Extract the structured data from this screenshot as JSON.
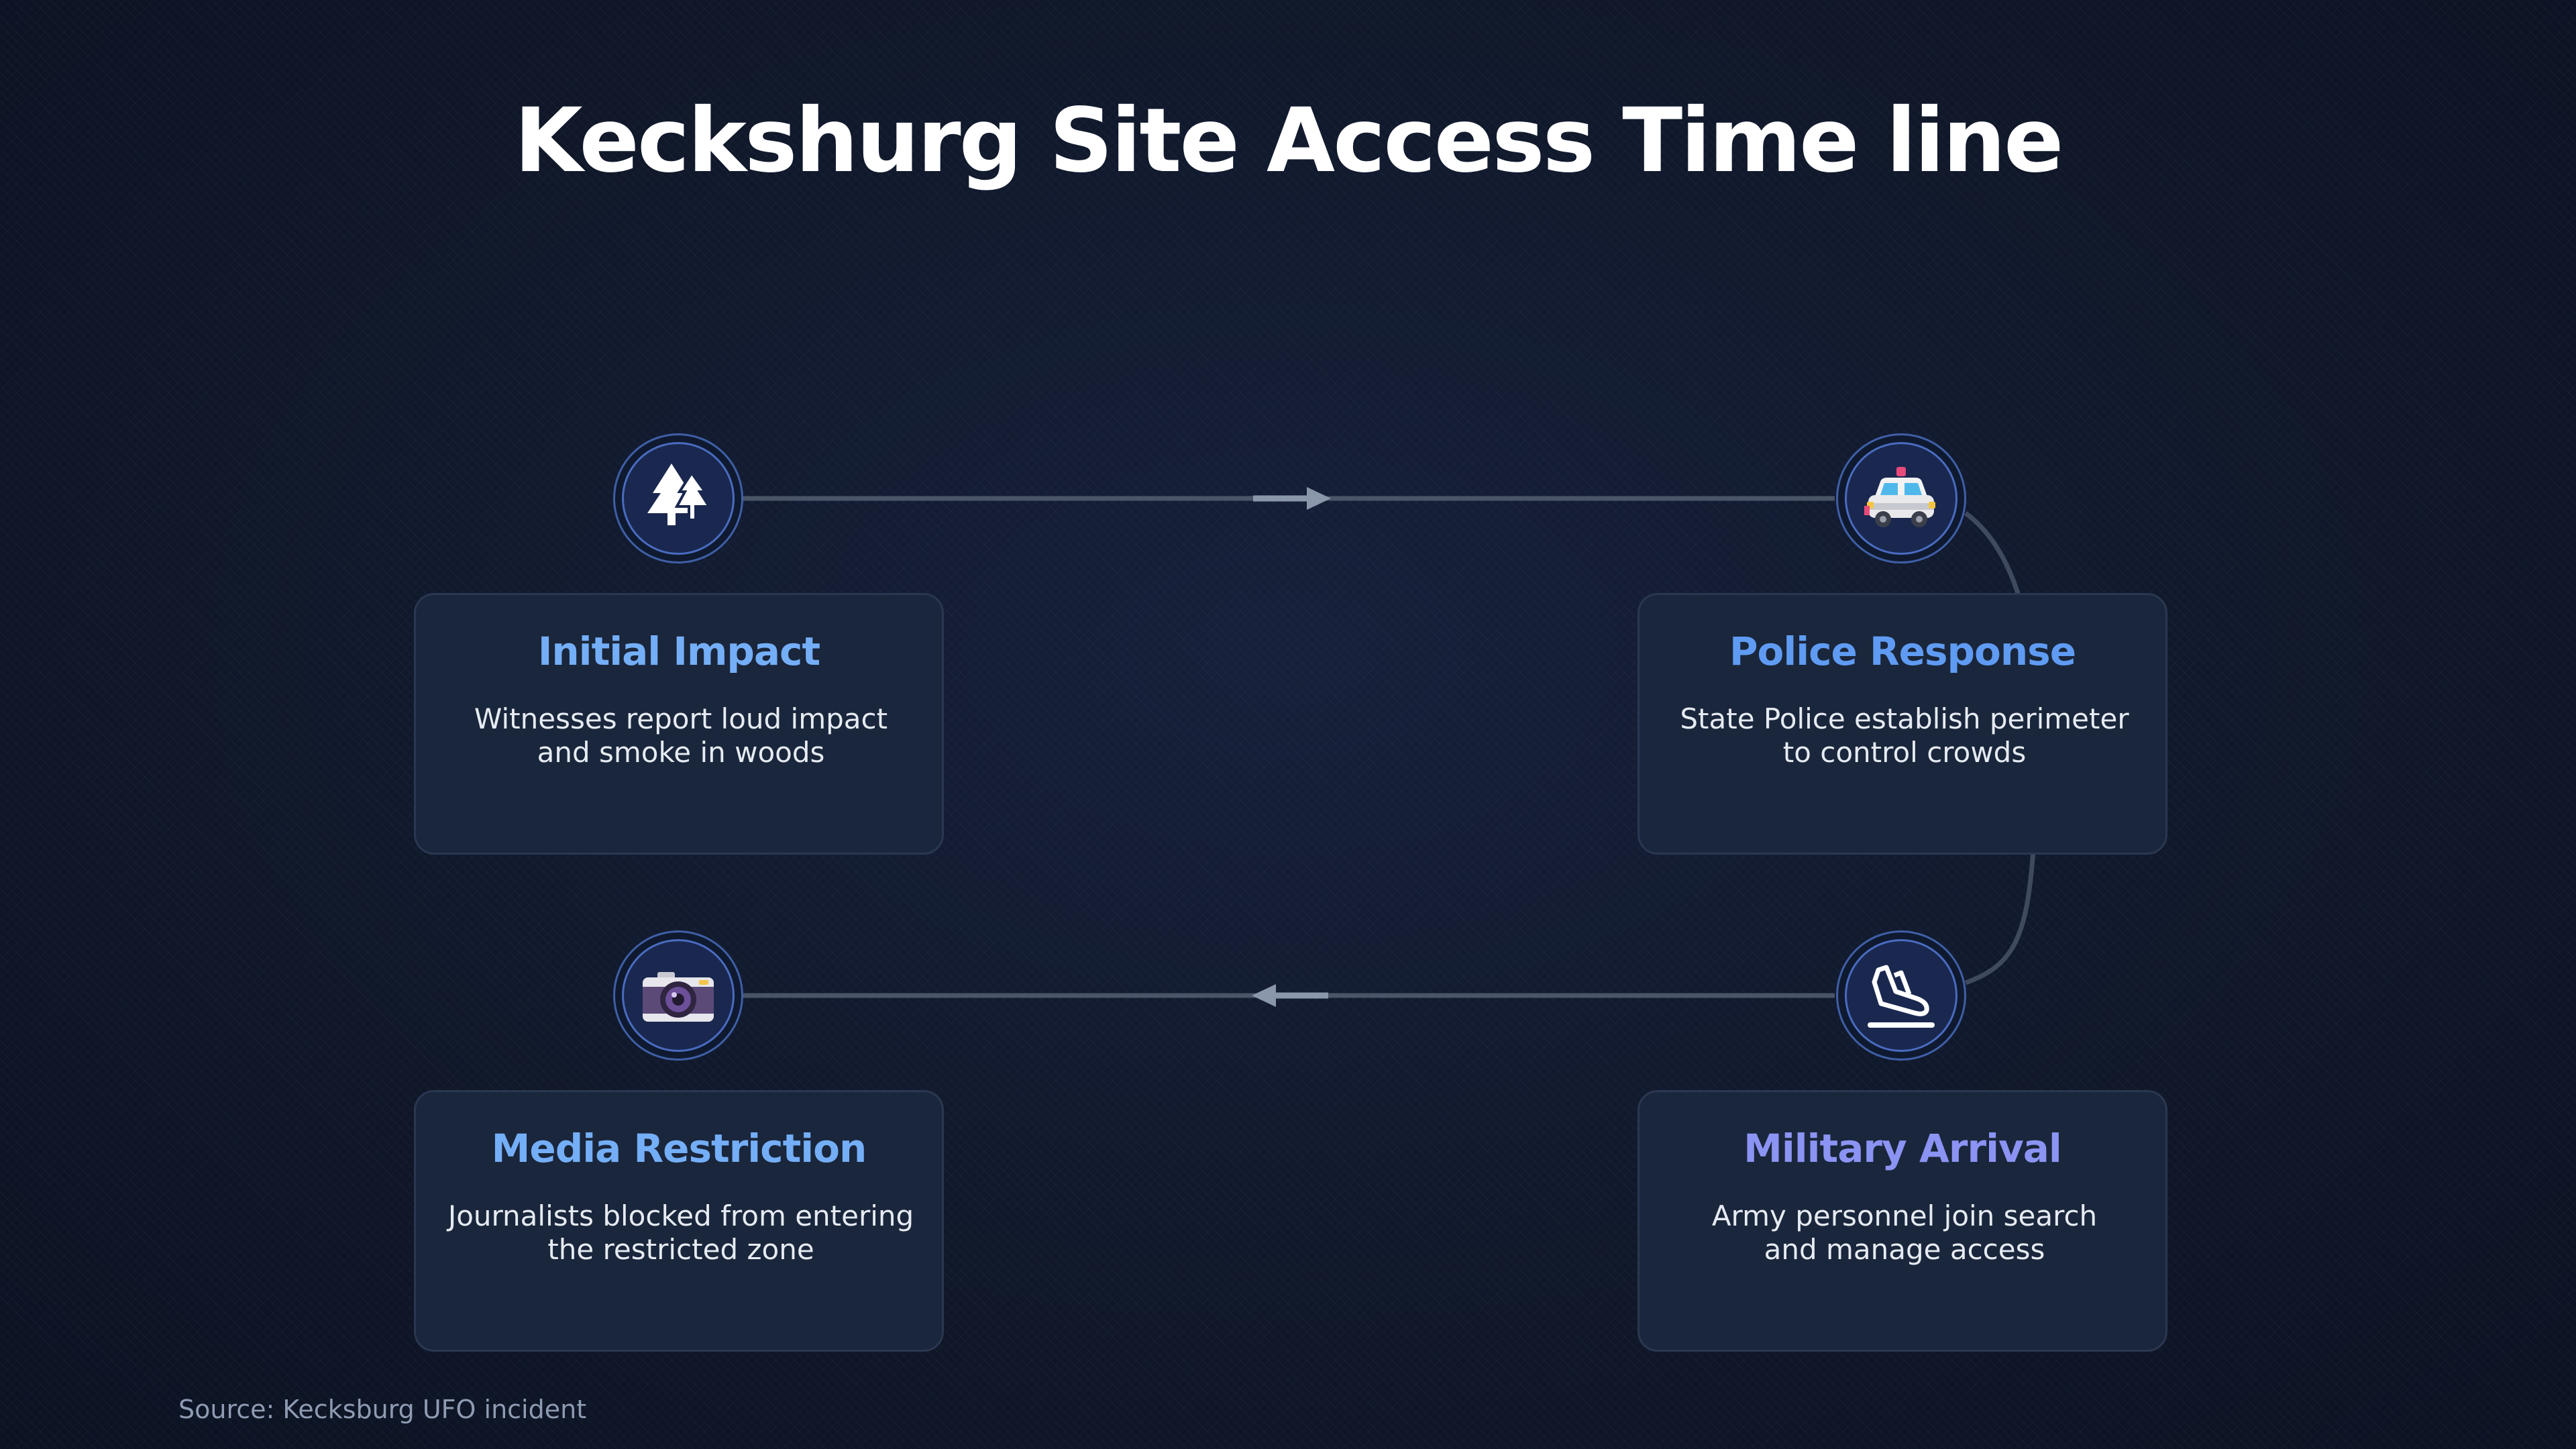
{
  "title": "Keckshurg Site Access Time line",
  "colors": {
    "background": "#0e1628",
    "card": "#1a263b",
    "connector": "#4a5568",
    "accent_blue": "#74aef7",
    "accent_indigo": "#8b93f3"
  },
  "steps": [
    {
      "title": "Initial Impact",
      "description_line1": "Witnesses report loud impact",
      "description_line2": "and smoke in woods",
      "icon": "trees-icon"
    },
    {
      "title": "Police Response",
      "description_line1": "State Police establish perimeter",
      "description_line2": "to control crowds",
      "icon": "police-car-icon"
    },
    {
      "title": "Military Arrival",
      "description_line1": "Army personnel join search",
      "description_line2": "and manage access",
      "icon": "airplane-landing-icon"
    },
    {
      "title": "Media Restriction",
      "description_line1": "Journalists blocked from entering",
      "description_line2": "the restricted zone",
      "icon": "camera-icon"
    }
  ],
  "source": "Source: Kecksburg UFO incident"
}
